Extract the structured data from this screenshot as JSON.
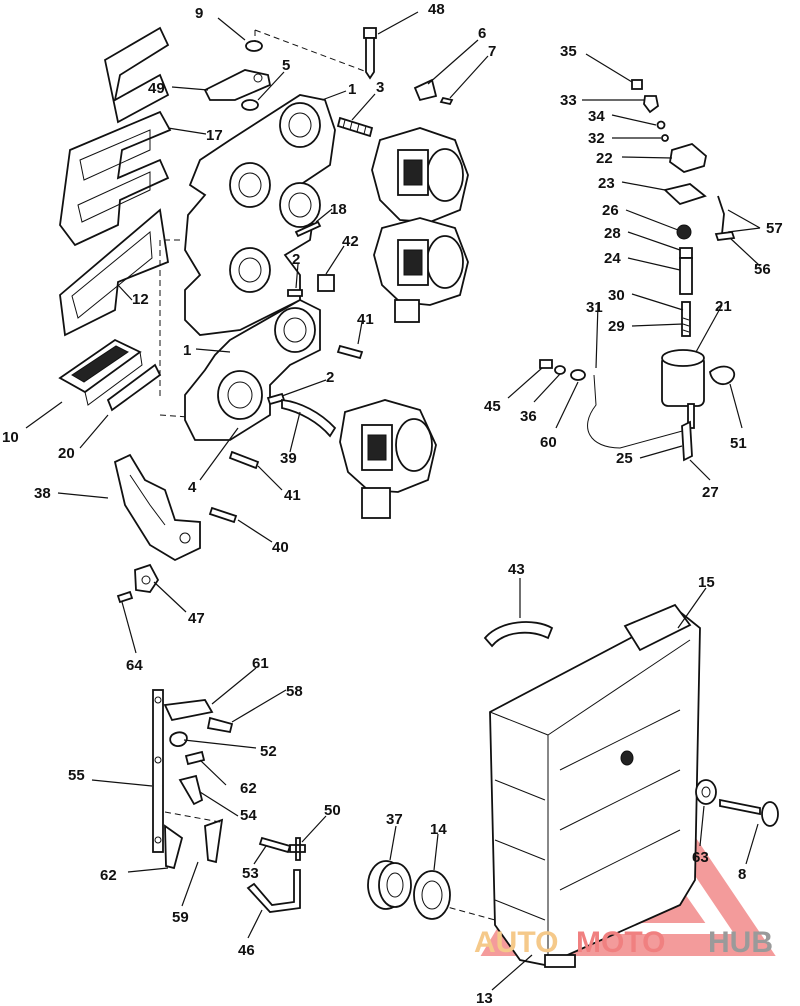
{
  "callouts": [
    {
      "id": "9",
      "text": "9"
    },
    {
      "id": "48",
      "text": "48"
    },
    {
      "id": "6",
      "text": "6"
    },
    {
      "id": "7",
      "text": "7"
    },
    {
      "id": "49",
      "text": "49"
    },
    {
      "id": "5",
      "text": "5"
    },
    {
      "id": "1a",
      "text": "1"
    },
    {
      "id": "3",
      "text": "3"
    },
    {
      "id": "17",
      "text": "17"
    },
    {
      "id": "18",
      "text": "18"
    },
    {
      "id": "42",
      "text": "42"
    },
    {
      "id": "2a",
      "text": "2"
    },
    {
      "id": "12",
      "text": "12"
    },
    {
      "id": "41a",
      "text": "41"
    },
    {
      "id": "1b",
      "text": "1"
    },
    {
      "id": "2b",
      "text": "2"
    },
    {
      "id": "10",
      "text": "10"
    },
    {
      "id": "20",
      "text": "20"
    },
    {
      "id": "39",
      "text": "39"
    },
    {
      "id": "4",
      "text": "4"
    },
    {
      "id": "41b",
      "text": "41"
    },
    {
      "id": "38",
      "text": "38"
    },
    {
      "id": "40",
      "text": "40"
    },
    {
      "id": "47",
      "text": "47"
    },
    {
      "id": "64",
      "text": "64"
    },
    {
      "id": "35",
      "text": "35"
    },
    {
      "id": "33",
      "text": "33"
    },
    {
      "id": "34",
      "text": "34"
    },
    {
      "id": "32",
      "text": "32"
    },
    {
      "id": "22",
      "text": "22"
    },
    {
      "id": "23",
      "text": "23"
    },
    {
      "id": "26",
      "text": "26"
    },
    {
      "id": "57",
      "text": "57"
    },
    {
      "id": "28",
      "text": "28"
    },
    {
      "id": "24",
      "text": "24"
    },
    {
      "id": "56",
      "text": "56"
    },
    {
      "id": "30",
      "text": "30"
    },
    {
      "id": "31",
      "text": "31"
    },
    {
      "id": "21",
      "text": "21"
    },
    {
      "id": "29",
      "text": "29"
    },
    {
      "id": "45",
      "text": "45"
    },
    {
      "id": "36",
      "text": "36"
    },
    {
      "id": "60",
      "text": "60"
    },
    {
      "id": "51",
      "text": "51"
    },
    {
      "id": "25",
      "text": "25"
    },
    {
      "id": "27",
      "text": "27"
    },
    {
      "id": "43",
      "text": "43"
    },
    {
      "id": "15",
      "text": "15"
    },
    {
      "id": "61",
      "text": "61"
    },
    {
      "id": "58",
      "text": "58"
    },
    {
      "id": "52",
      "text": "52"
    },
    {
      "id": "55",
      "text": "55"
    },
    {
      "id": "62a",
      "text": "62"
    },
    {
      "id": "54",
      "text": "54"
    },
    {
      "id": "50",
      "text": "50"
    },
    {
      "id": "37",
      "text": "37"
    },
    {
      "id": "14",
      "text": "14"
    },
    {
      "id": "63",
      "text": "63"
    },
    {
      "id": "8",
      "text": "8"
    },
    {
      "id": "62b",
      "text": "62"
    },
    {
      "id": "53",
      "text": "53"
    },
    {
      "id": "59",
      "text": "59"
    },
    {
      "id": "46",
      "text": "46"
    },
    {
      "id": "13",
      "text": "13"
    }
  ],
  "watermark": {
    "parts": [
      "AUTO",
      "MOTO",
      "HUB"
    ],
    "colors": {
      "auto": "#f5c98a",
      "moto": "#f08080",
      "hub": "#9a9a9a",
      "triangle": "#f07a7a"
    }
  }
}
